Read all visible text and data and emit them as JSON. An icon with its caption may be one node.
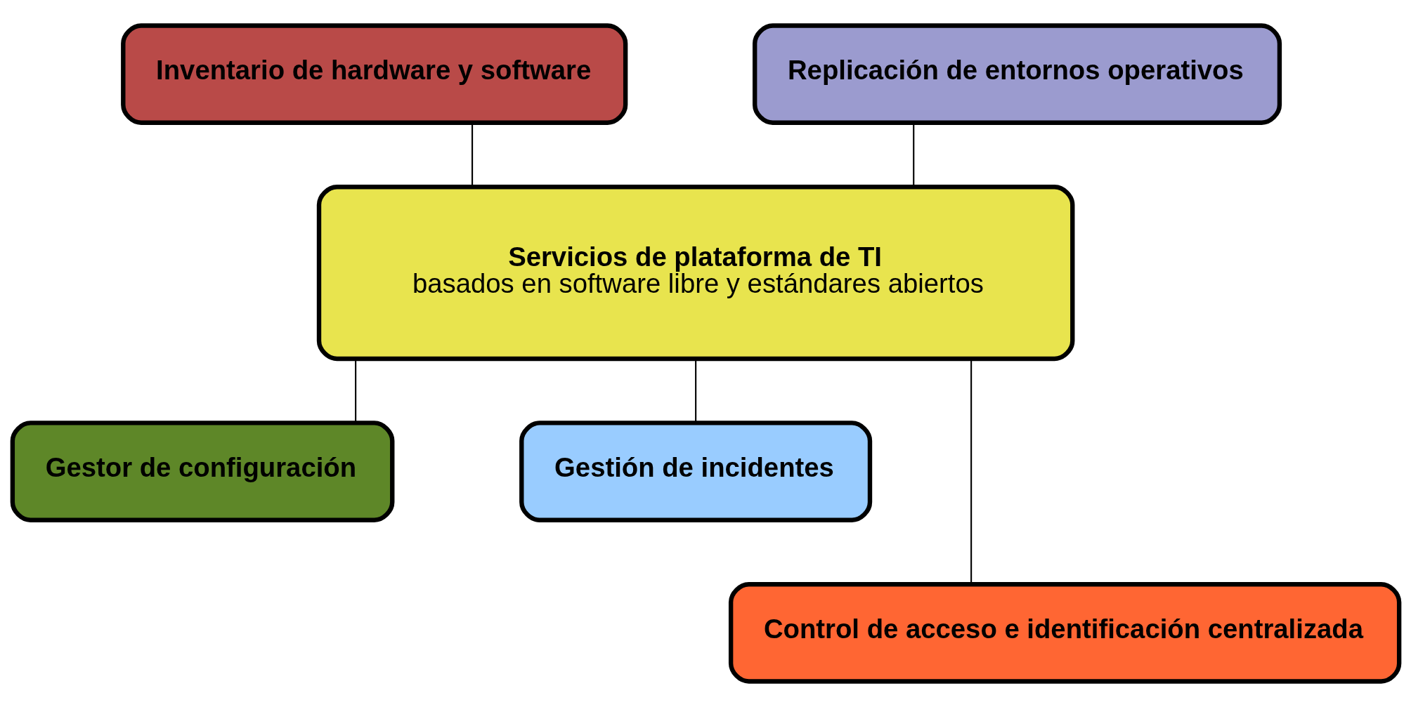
{
  "diagram": {
    "nodes": [
      {
        "text": [
          "Inventario de hardware y software"
        ]
      },
      {
        "text": [
          "Replicación de entornos operativos"
        ]
      },
      {
        "text": [
          "Servicios de plataforma de TI",
          "basados en software libre y estándares abiertos"
        ]
      },
      {
        "text": [
          "Gestor de configuración"
        ]
      },
      {
        "text": [
          "Gestión de incidentes"
        ]
      },
      {
        "text": [
          "Control de acceso e identificación centralizada"
        ]
      }
    ],
    "edges": [
      {
        "from": 0,
        "to": 2,
        "arrow": "none"
      },
      {
        "from": 1,
        "to": 2,
        "arrow": "none"
      },
      {
        "from": 2,
        "to": 3,
        "arrow": "none"
      },
      {
        "from": 2,
        "to": 4,
        "arrow": "none"
      },
      {
        "from": 2,
        "to": 5,
        "arrow": "none"
      }
    ]
  }
}
